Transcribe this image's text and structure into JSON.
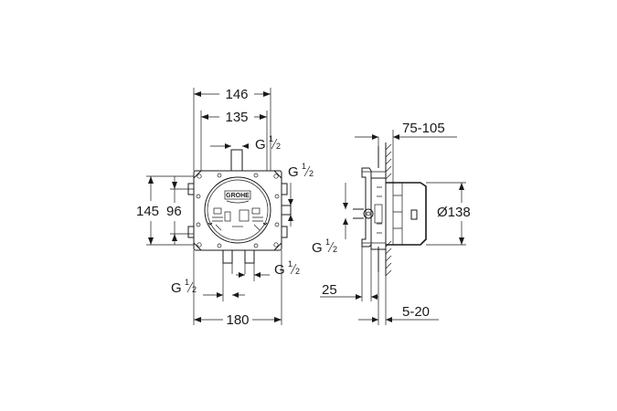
{
  "front_view": {
    "width_146": "146",
    "width_135": "135",
    "height_145": "145",
    "height_96": "96",
    "width_180": "180",
    "thread_top": {
      "main": "G ",
      "num": "1",
      "den": "2"
    },
    "thread_right": {
      "main": "G ",
      "num": "1",
      "den": "2"
    },
    "thread_bottom_left": {
      "main": "G ",
      "num": "1",
      "den": "2"
    },
    "thread_bottom_right": {
      "main": "G ",
      "num": "1",
      "den": "2"
    },
    "brand": "GROHE"
  },
  "side_view": {
    "depth_range": "75-105",
    "diameter": "Ø138",
    "offset_25": "25",
    "tile_range": "5-20",
    "thread_left": {
      "main": "G ",
      "num": "1",
      "den": "2"
    }
  }
}
